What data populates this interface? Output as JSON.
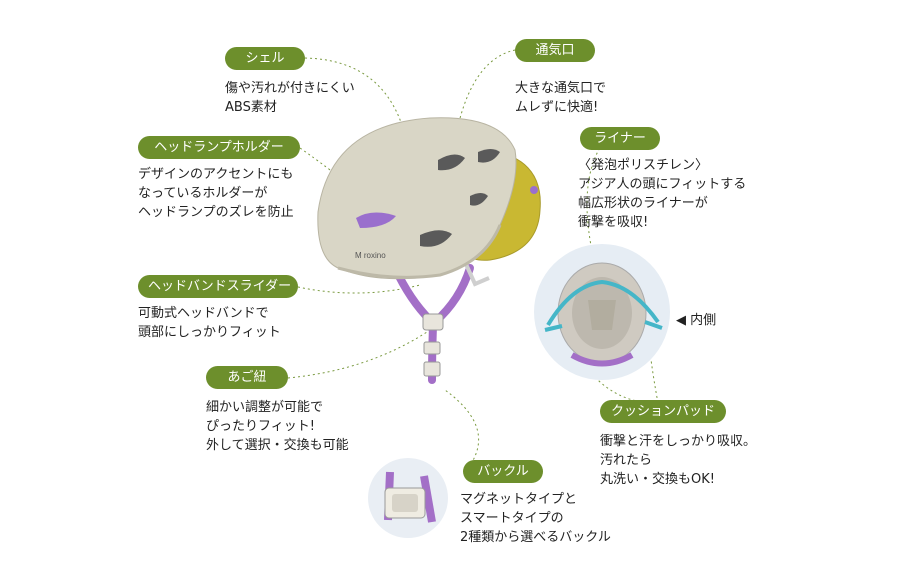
{
  "callouts": {
    "shell": {
      "title": "シェル",
      "text": "傷や汚れが付きにくい\nABS素材"
    },
    "vent": {
      "title": "通気口",
      "text": "大きな通気口で\nムレずに快適!"
    },
    "headlamp_holder": {
      "title": "ヘッドランプホルダー",
      "text": "デザインのアクセントにも\nなっているホルダーが\nヘッドランプのズレを防止"
    },
    "liner": {
      "title": "ライナー",
      "text": "〈発泡ポリスチレン〉\nアジア人の頭にフィットする\n幅広形状のライナーが\n衝撃を吸収!"
    },
    "headband_slider": {
      "title": "ヘッドバンドスライダー",
      "text": "可動式ヘッドバンドで\n頭部にしっかりフィット"
    },
    "chin_strap": {
      "title": "あご紐",
      "text": "細かい調整が可能で\nぴったりフィット!\n外して選択・交換も可能"
    },
    "cushion_pad": {
      "title": "クッションパッド",
      "text": "衝撃と汗をしっかり吸収。\n汚れたら\n丸洗い・交換もOK!"
    },
    "buckle": {
      "title": "バックル",
      "text": "マグネットタイプと\nスマートタイプの\n2種類から選べるバックル"
    }
  },
  "inner_label": "◀ 内側",
  "logo_text": "M roxino",
  "colors": {
    "tag": "#6d8f2c",
    "shell": "#d9d6c6",
    "liner": "#c9b832",
    "strap": "#a36fc7",
    "holder": "#9a6fcd",
    "inner_strap": "#45b6c8"
  }
}
